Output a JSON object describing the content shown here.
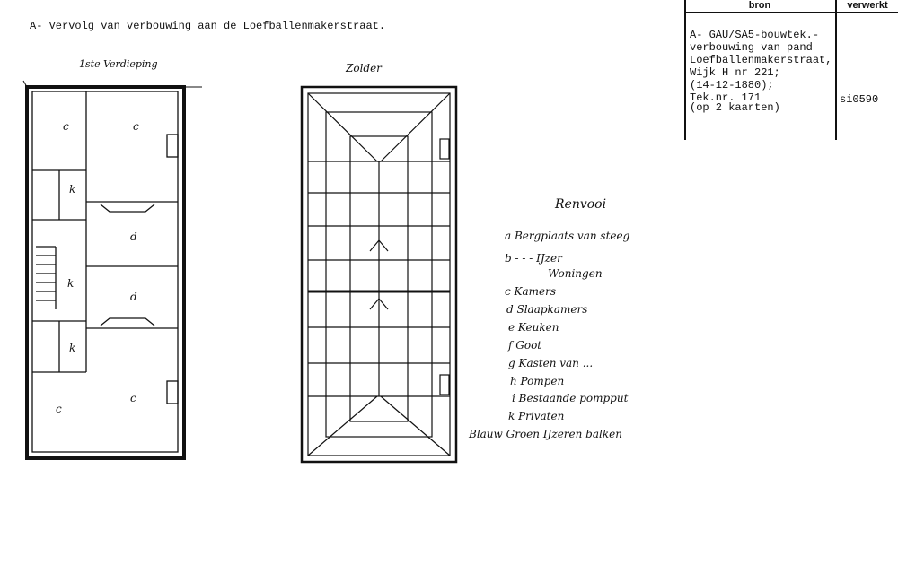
{
  "title": "A- Vervolg van verbouwing aan de Loefballenmakerstraat.",
  "table": {
    "headers": [
      "bron",
      "verwerkt"
    ],
    "source_lines": [
      "A- GAU/SA5-bouwtek.-",
      "verbouwing van pand",
      "Loefballenmakerstraat,",
      "Wijk H nr 221;",
      "(14-12-1880);",
      "Tek.nr. 171",
      "(op 2 kaarten)"
    ],
    "verwerkt": "si0590"
  },
  "drawing": {
    "left_plan_label": "1ste Verdieping",
    "right_plan_label": "Zolder",
    "room_letters_left": [
      "c",
      "c",
      "k",
      "d",
      "k",
      "d",
      "k",
      "c",
      "c"
    ],
    "legend_title": "Renvooi",
    "legend_items": [
      "a  Bergplaats van steeg",
      "b  -  -  -  IJzer",
      "Woningen",
      "c  Kamers",
      "d  Slaapkamers",
      "e  Keuken",
      "f  Goot",
      "g  Kasten van ...",
      "h  Pompen",
      "i  Bestaande pompput",
      "k  Privaten",
      "Blauw Groen IJzeren balken"
    ]
  }
}
